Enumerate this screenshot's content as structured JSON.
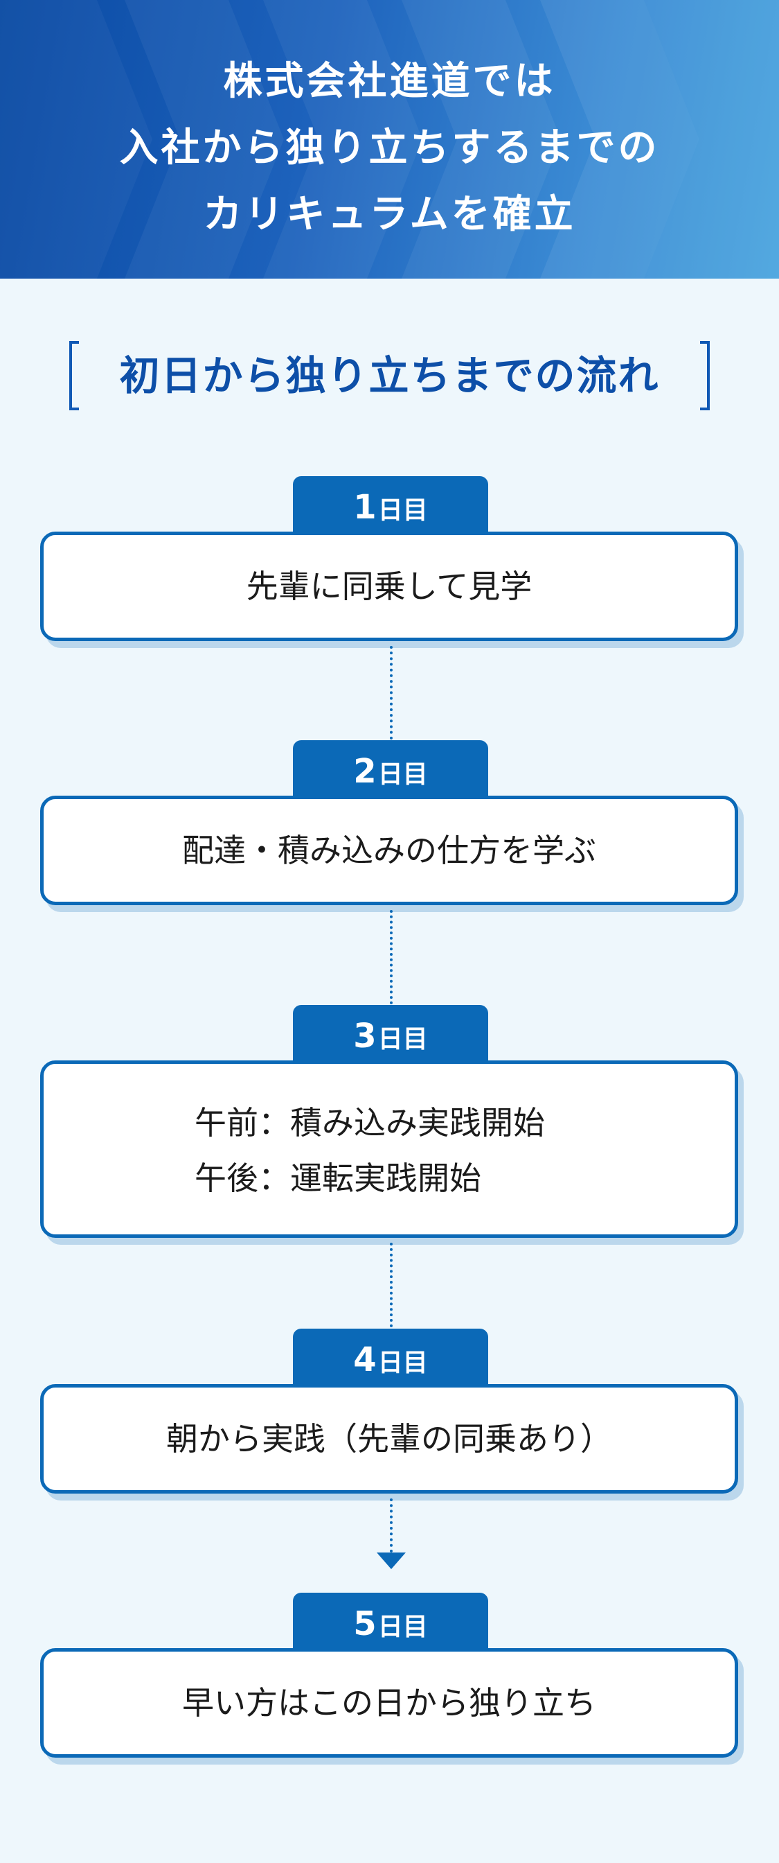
{
  "header": {
    "lines": [
      "株式会社進道では",
      "入社から独り立ちするまでの",
      "カリキュラムを確立"
    ]
  },
  "section": {
    "title": "初日から独り立ちまでの流れ"
  },
  "steps": [
    {
      "num": "1",
      "unit": "日目",
      "lines": [
        "先輩に同乗して見学"
      ]
    },
    {
      "num": "2",
      "unit": "日目",
      "lines": [
        "配達・積み込みの仕方を学ぶ"
      ]
    },
    {
      "num": "3",
      "unit": "日目",
      "lines": [
        "午前：積み込み実践開始",
        "午後：運転実践開始"
      ]
    },
    {
      "num": "4",
      "unit": "日目",
      "lines": [
        "朝から実践（先輩の同乗あり）"
      ]
    },
    {
      "num": "5",
      "unit": "日目",
      "lines": [
        "早い方はこの日から独り立ち"
      ]
    }
  ],
  "colors": {
    "accent": "#0b69b7",
    "title_blue": "#0d4fa8",
    "background": "#eef7fc"
  }
}
